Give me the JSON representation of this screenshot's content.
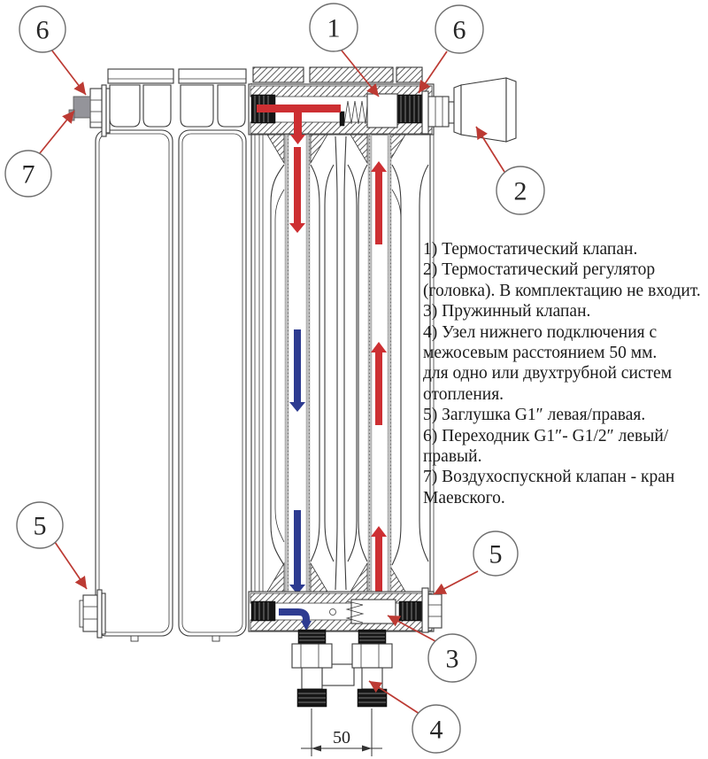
{
  "diagram": {
    "type": "radiator-bottom-connection-technical-diagram",
    "dimension_label": "50",
    "callouts": [
      {
        "id": "6-left",
        "label": "6"
      },
      {
        "id": "7",
        "label": "7"
      },
      {
        "id": "1",
        "label": "1"
      },
      {
        "id": "6-right",
        "label": "6"
      },
      {
        "id": "2",
        "label": "2"
      },
      {
        "id": "5-left",
        "label": "5"
      },
      {
        "id": "5-right",
        "label": "5"
      },
      {
        "id": "3",
        "label": "3"
      },
      {
        "id": "4",
        "label": "4"
      }
    ],
    "legend_lines": [
      "1) Термостатический клапан.",
      "2) Термостатический регулятор",
      "(головка). В комплектацию не входит.",
      "3) Пружинный клапан.",
      "4) Узел нижнего подключения с",
      "межосевым расстоянием 50 мм.",
      "для одно или двухтрубной систем",
      "отопления.",
      "5) Заглушка G1″ левая/правая.",
      "6) Переходник G1″- G1/2″ левый/",
      "правый.",
      "7) Воздухоспускной клапан - кран",
      "Маевского."
    ],
    "colors": {
      "flow_hot": "#cd2f32",
      "flow_cold": "#2d3b90",
      "callout_arrow": "#bc3a33",
      "line": "#3a3a3a",
      "fitting_dark": "#161616",
      "vent_gray": "#94949a"
    }
  }
}
